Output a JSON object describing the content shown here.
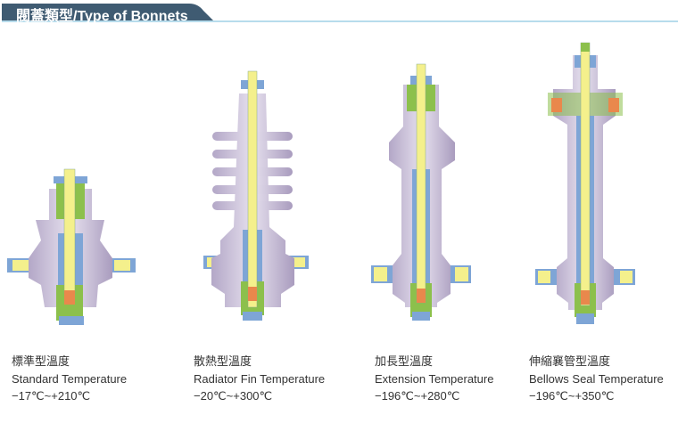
{
  "header": {
    "title": "閥蓋類型/Type of Bonnets"
  },
  "colors": {
    "header_bg": "#3f5b72",
    "header_line": "#b7dcec",
    "body": "#c9bfd8",
    "stem": "#f4f08c",
    "blue": "#7ea5d6",
    "green": "#8cc04c",
    "orange": "#e9884c"
  },
  "bonnets": [
    {
      "name_zh": "標準型溫度",
      "name_en": "Standard Temperature",
      "range": "−17℃~+210℃"
    },
    {
      "name_zh": "散熱型溫度",
      "name_en": "Radiator Fin Temperature",
      "range": "−20℃~+300℃"
    },
    {
      "name_zh": "加長型溫度",
      "name_en": "Extension Temperature",
      "range": "−196℃~+280℃"
    },
    {
      "name_zh": "伸縮襄管型溫度",
      "name_en": "Bellows Seal Temperature",
      "range": "−196℃~+350℃"
    }
  ]
}
